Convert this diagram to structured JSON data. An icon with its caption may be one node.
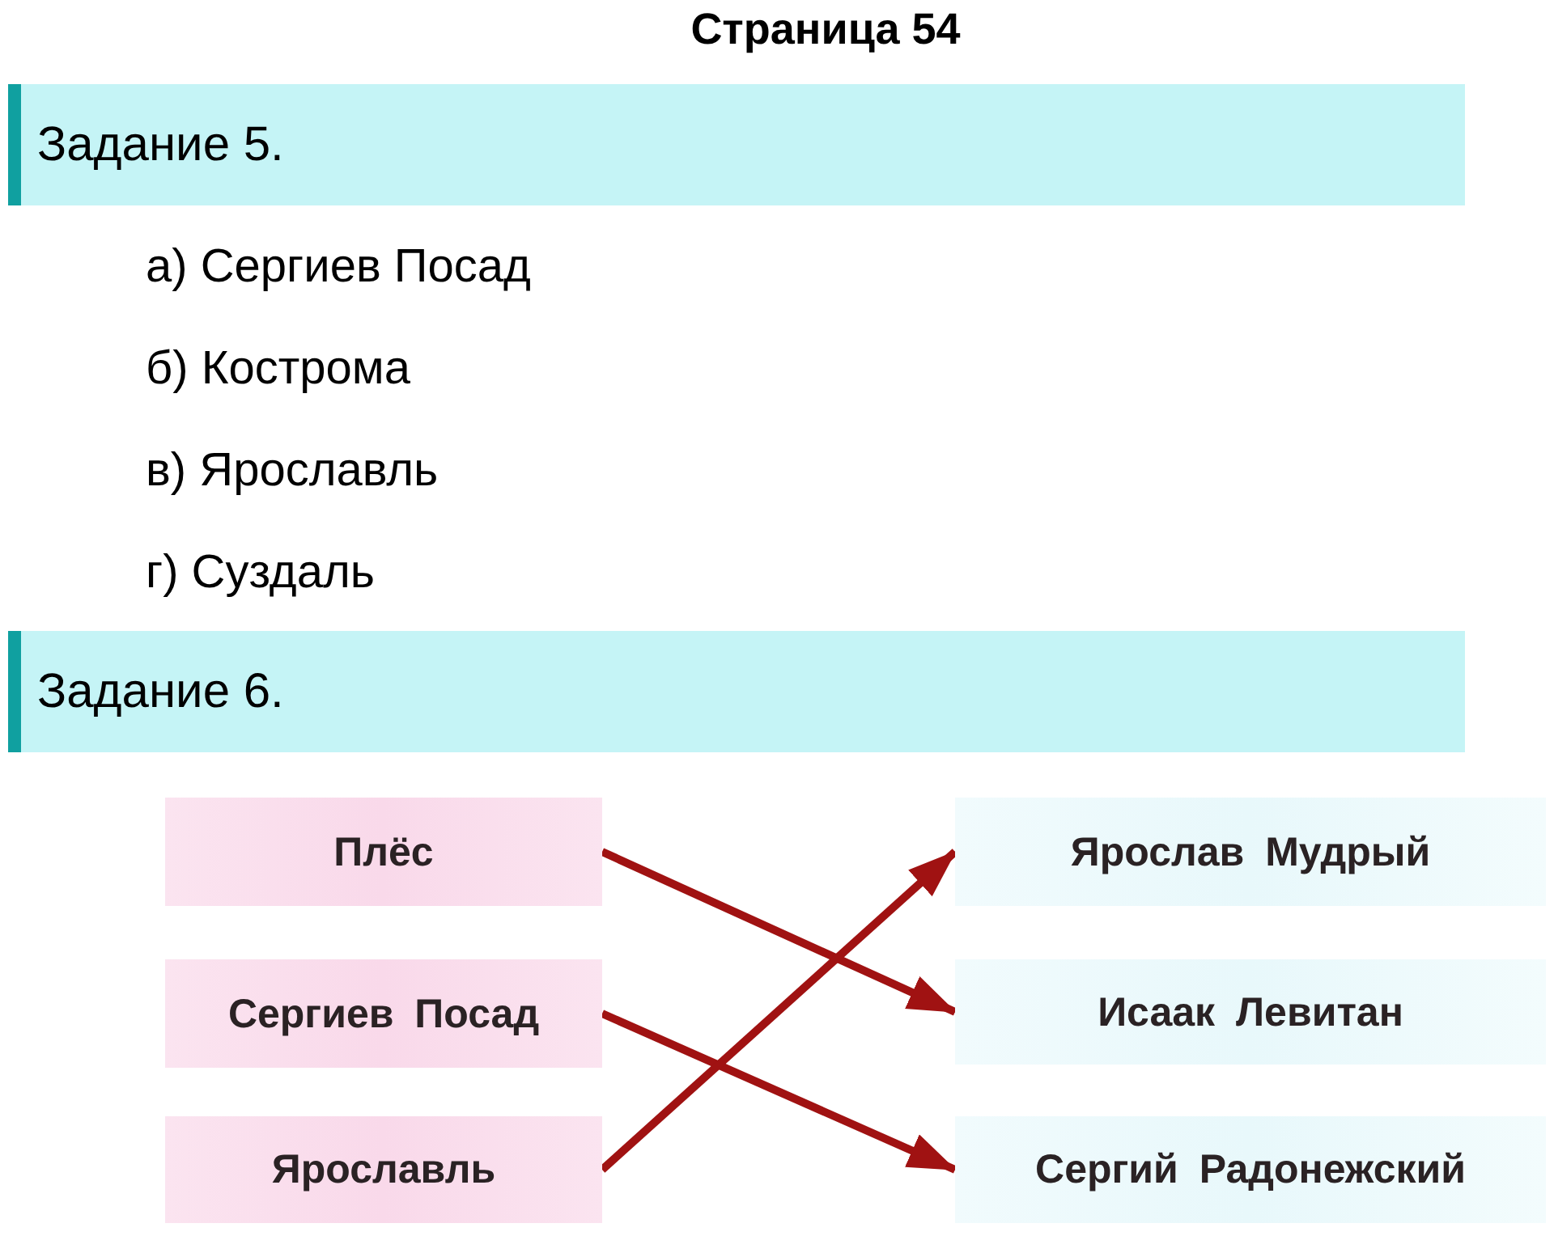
{
  "diagram": {
    "title": "Страница 54",
    "nodes": [
      {
        "text": [
          "Задание 5."
        ]
      },
      {
        "text": [
          "Задание 6."
        ]
      },
      {
        "text": [
          "Плёс"
        ]
      },
      {
        "text": [
          "Сергиев Посад"
        ]
      },
      {
        "text": [
          "Ярославль"
        ]
      },
      {
        "text": [
          "Ярослав Мудрый"
        ]
      },
      {
        "text": [
          "Исаак Левитан"
        ]
      },
      {
        "text": [
          "Сергий Радонежский"
        ]
      }
    ],
    "edges": [
      {
        "from": 2,
        "to": 6,
        "arrow": "to"
      },
      {
        "from": 3,
        "to": 7,
        "arrow": "to"
      },
      {
        "from": 4,
        "to": 5,
        "arrow": "to"
      }
    ],
    "labels": [
      "а) Сергиев Посад",
      "б) Кострома",
      "в) Ярославль",
      "г) Суздаль"
    ]
  }
}
